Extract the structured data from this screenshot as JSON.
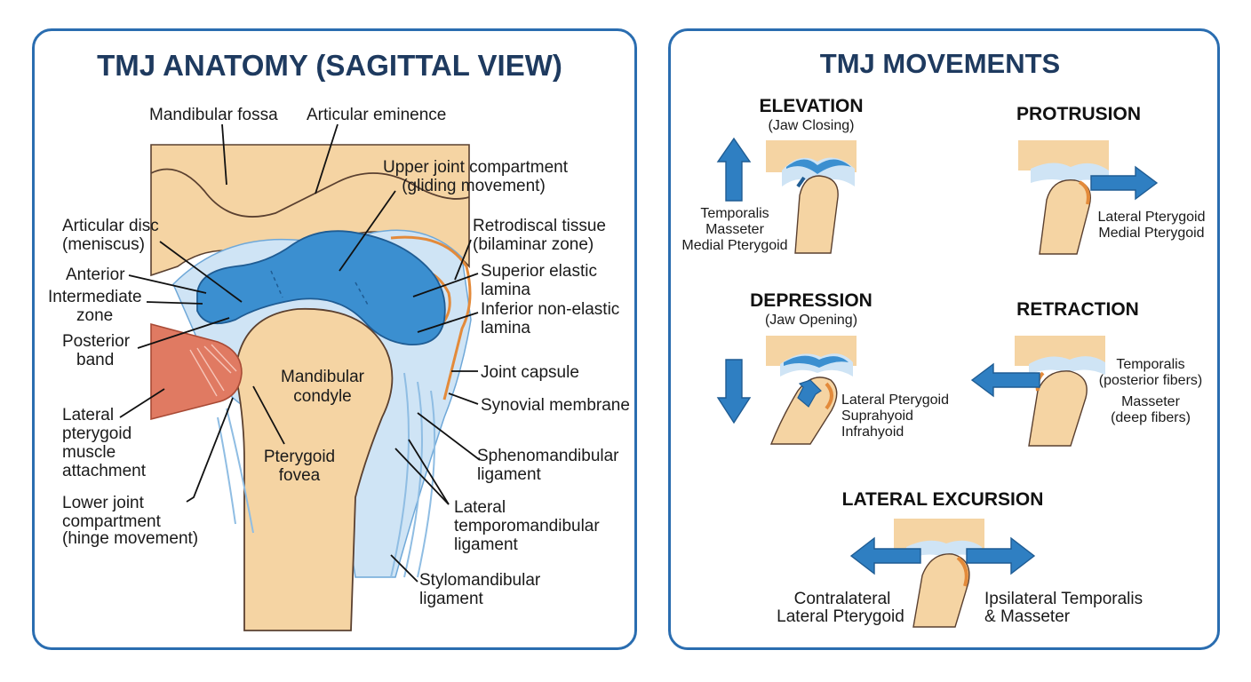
{
  "left": {
    "title": "TMJ ANATOMY (SAGITTAL VIEW)",
    "labels": {
      "mandibular_fossa": "Mandibular fossa",
      "articular_eminence": "Articular eminence",
      "upper_joint_1": "Upper joint compartment",
      "upper_joint_2": "(gliding movement)",
      "articular_disc_1": "Articular disc",
      "articular_disc_2": "(meniscus)",
      "retrodiscal_1": "Retrodiscal tissue",
      "retrodiscal_2": "(bilaminar zone)",
      "anterior": "Anterior",
      "intermediate_1": "Intermediate",
      "intermediate_2": "zone",
      "superior_elastic_1": "Superior elastic",
      "superior_elastic_2": "lamina",
      "inferior_nonelastic_1": "Inferior non-elastic",
      "inferior_nonelastic_2": "lamina",
      "posterior_1": "Posterior",
      "posterior_2": "band",
      "mandibular_condyle_1": "Mandibular",
      "mandibular_condyle_2": "condyle",
      "joint_capsule": "Joint capsule",
      "synovial_membrane": "Synovial membrane",
      "lateral_pterygoid_1": "Lateral",
      "lateral_pterygoid_2": "pterygoid",
      "lateral_pterygoid_3": "muscle",
      "lateral_pterygoid_4": "attachment",
      "pterygoid_fovea_1": "Pterygoid",
      "pterygoid_fovea_2": "fovea",
      "sphenomandibular_1": "Sphenomandibular",
      "sphenomandibular_2": "ligament",
      "lower_joint_1": "Lower joint",
      "lower_joint_2": "compartment",
      "lower_joint_3": "(hinge movement)",
      "lateral_tm_1": "Lateral",
      "lateral_tm_2": "temporomandibular",
      "lateral_tm_3": "ligament",
      "stylomandibular_1": "Stylomandibular",
      "stylomandibular_2": "ligament"
    }
  },
  "right": {
    "title": "TMJ MOVEMENTS",
    "elevation": {
      "name": "ELEVATION",
      "note": "(Jaw Closing)",
      "muscles": [
        "Temporalis",
        "Masseter",
        "Medial Pterygoid"
      ]
    },
    "protrusion": {
      "name": "PROTRUSION",
      "muscles": [
        "Lateral Pterygoid",
        "Medial Pterygoid"
      ]
    },
    "depression": {
      "name": "DEPRESSION",
      "note": "(Jaw Opening)",
      "muscles": [
        "Lateral Pterygoid",
        "Suprahyoid",
        "Infrahyoid"
      ]
    },
    "retraction": {
      "name": "RETRACTION",
      "muscles": [
        "Temporalis",
        "(posterior fibers)",
        "Masseter",
        "(deep fibers)"
      ]
    },
    "lateral_excursion": {
      "name": "LATERAL EXCURSION",
      "left_muscles": [
        "Contralateral",
        "Lateral Pterygoid"
      ],
      "right_muscles": [
        "Ipsilateral Temporalis",
        "& Masseter"
      ]
    }
  },
  "colors": {
    "frame": "#2a6db0",
    "title": "#1e3a5f",
    "bone": "#f5d4a3",
    "disc": "#3b8fd0",
    "synovial_light": "#cfe4f5",
    "capsule_orange": "#e38a3a",
    "muscle": "#e07a62",
    "arrow_blue": "#2f7fc2"
  }
}
